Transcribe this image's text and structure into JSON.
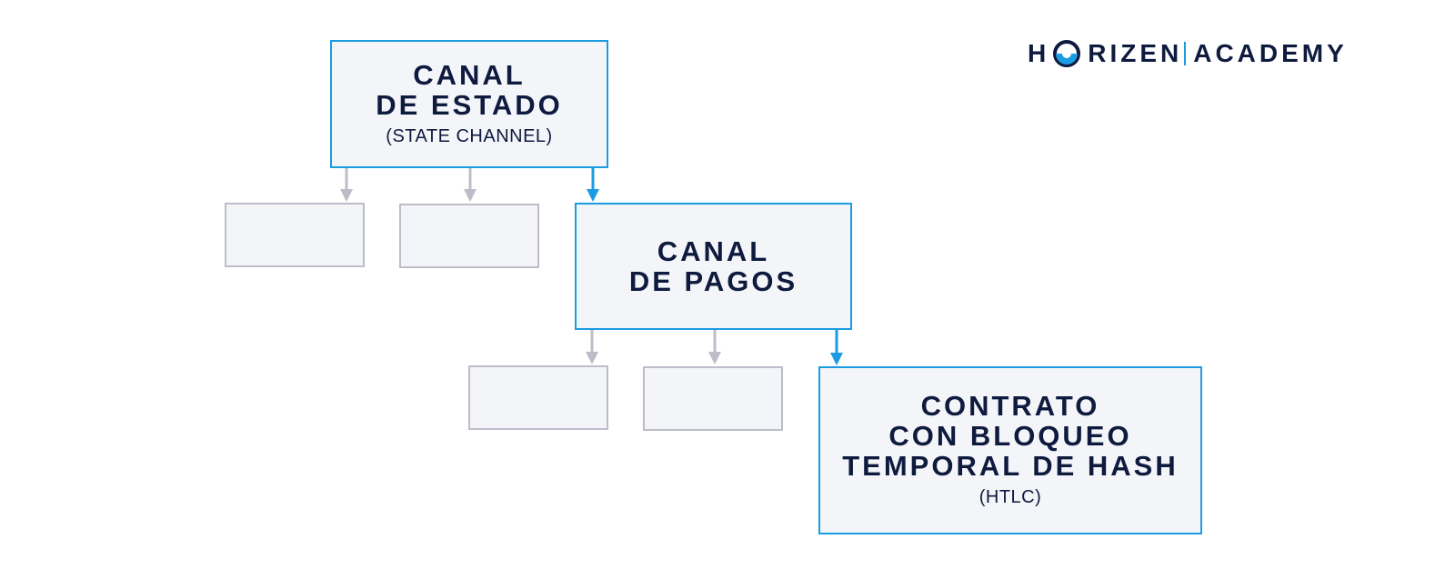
{
  "brand": {
    "letter_h": "H",
    "name_rest": "RIZEN",
    "division": "ACADEMY",
    "mark_icon": "horizen-o-icon",
    "accent_color": "#1b9ce2",
    "navy_color": "#0e1a3e"
  },
  "nodes": {
    "state_channel": {
      "title_line1": "CANAL",
      "title_line2": "DE ESTADO",
      "subtitle": "(STATE CHANNEL)"
    },
    "payment_channel": {
      "title_line1": "CANAL",
      "title_line2": "DE PAGOS"
    },
    "htlc": {
      "title_line1": "CONTRATO",
      "title_line2": "CON BLOQUEO",
      "title_line3": "TEMPORAL DE HASH",
      "subtitle": "(HTLC)"
    }
  },
  "colors": {
    "highlight_border": "#1b9ce2",
    "inactive_border": "#bcbdc9",
    "box_fill": "#f4f5f9",
    "inactive_arrow": "#bcbdc9"
  }
}
